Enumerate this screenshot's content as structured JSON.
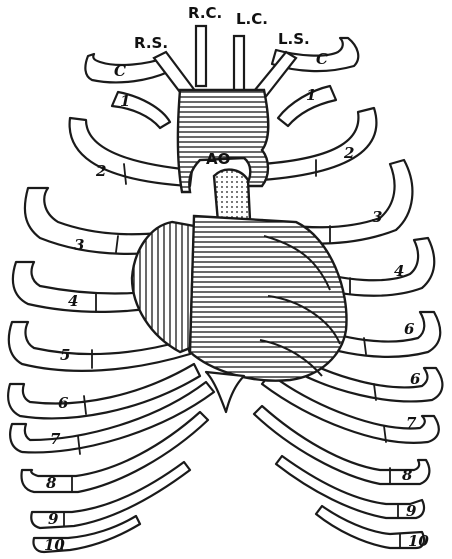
{
  "labels": {
    "rc": "R.C.",
    "lc": "L.C.",
    "rs": "R.S.",
    "ls": "L.S.",
    "aorta": "AO",
    "clavicle_right": "C",
    "clavicle_left": "C"
  },
  "right_rib_numbers": [
    "1",
    "2",
    "3",
    "4",
    "5",
    "6",
    "7",
    "8",
    "9",
    "10"
  ],
  "left_rib_numbers": [
    "1",
    "2",
    "3",
    "4",
    "6",
    "6",
    "7",
    "8",
    "9",
    "10"
  ],
  "colors": {
    "ink": "#1a1a1a",
    "paper": "#ffffff"
  }
}
